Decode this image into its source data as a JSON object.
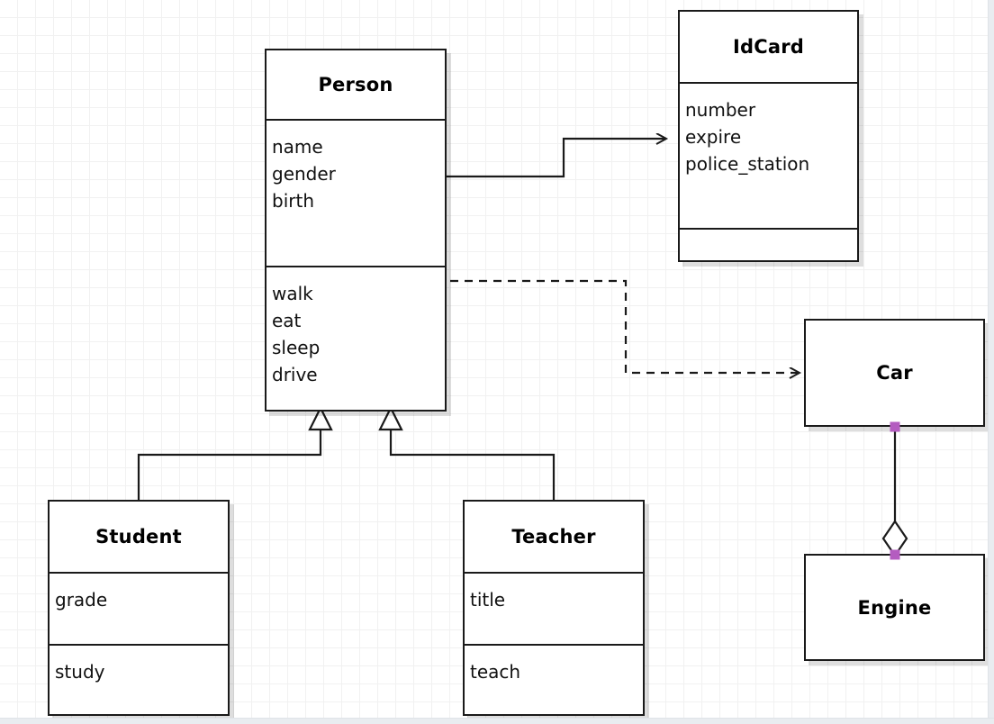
{
  "diagram": {
    "kind": "uml-class-diagram",
    "background": "#ffffff",
    "grid_color": "#f1f1f1",
    "line_color": "#1a1a1a",
    "handle_color": "#b45cc0"
  },
  "classes": {
    "person": {
      "name": "Person",
      "attributes": [
        "name",
        "gender",
        "birth"
      ],
      "methods": [
        "walk",
        "eat",
        "sleep",
        "drive"
      ]
    },
    "idcard": {
      "name": "IdCard",
      "attributes": [
        "number",
        "expire",
        "police_station"
      ],
      "methods": []
    },
    "student": {
      "name": "Student",
      "attributes": [
        "grade"
      ],
      "methods": [
        "study"
      ]
    },
    "teacher": {
      "name": "Teacher",
      "attributes": [
        "title"
      ],
      "methods": [
        "teach"
      ]
    },
    "car": {
      "name": "Car"
    },
    "engine": {
      "name": "Engine"
    }
  },
  "relationships": [
    {
      "id": "person-idcard",
      "type": "association",
      "style": "solid",
      "arrow": "open-arrow",
      "from": "Person",
      "to": "IdCard"
    },
    {
      "id": "person-car",
      "type": "dependency",
      "style": "dashed",
      "arrow": "open-arrow",
      "from": "Person",
      "to": "Car"
    },
    {
      "id": "student-person",
      "type": "generalization",
      "style": "solid",
      "arrow": "hollow-triangle",
      "from": "Student",
      "to": "Person"
    },
    {
      "id": "teacher-person",
      "type": "generalization",
      "style": "solid",
      "arrow": "hollow-triangle",
      "from": "Teacher",
      "to": "Person"
    },
    {
      "id": "car-engine",
      "type": "aggregation",
      "style": "solid",
      "arrow": "hollow-diamond",
      "from": "Car",
      "to": "Engine"
    }
  ]
}
